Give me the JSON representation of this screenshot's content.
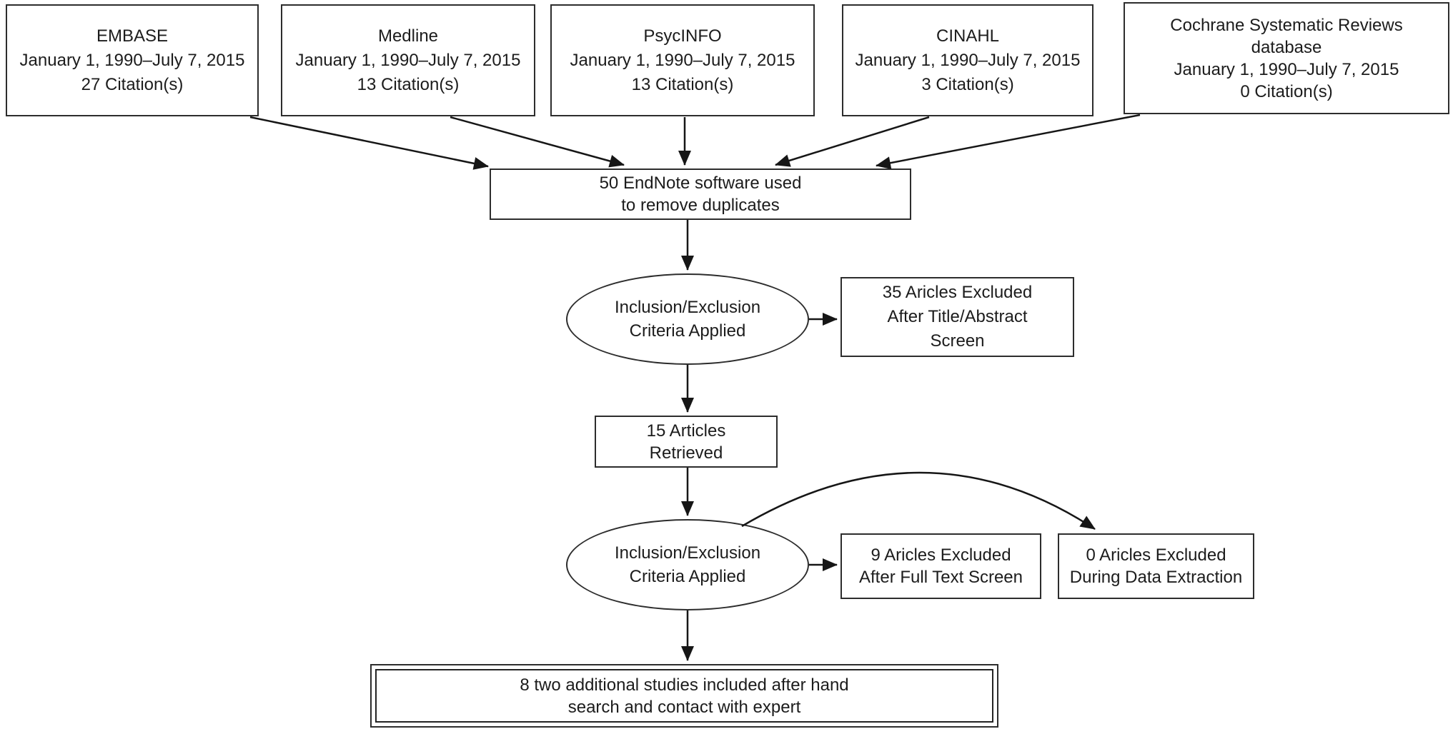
{
  "colors": {
    "background": "#ffffff",
    "ink": "#1c1c1c",
    "border": "#2d2d2d",
    "arrow": "#161616"
  },
  "sources": [
    {
      "id": "embase",
      "lines": [
        "EMBASE",
        "January 1, 1990–July 7, 2015",
        "27 Citation(s)"
      ]
    },
    {
      "id": "medline",
      "lines": [
        "Medline",
        "January 1, 1990–July 7, 2015",
        "13 Citation(s)"
      ]
    },
    {
      "id": "psycinfo",
      "lines": [
        "PsycINFO",
        "January 1, 1990–July 7, 2015",
        "13 Citation(s)"
      ]
    },
    {
      "id": "cinahl",
      "lines": [
        "CINAHL",
        "January 1, 1990–July 7, 2015",
        "3 Citation(s)"
      ]
    },
    {
      "id": "cochrane",
      "lines": [
        "Cochrane Systematic Reviews",
        "database",
        "January 1, 1990–July 7, 2015",
        "0 Citation(s)"
      ]
    }
  ],
  "flow": {
    "dedupe": [
      "50 EndNote software used",
      "to remove duplicates"
    ],
    "screen1": [
      "Inclusion/Exclusion",
      "Criteria Applied"
    ],
    "excluded_title_abstract": [
      "35 Aricles Excluded",
      "After Title/Abstract",
      "Screen"
    ],
    "retrieved": [
      "15 Articles",
      "Retrieved"
    ],
    "screen2": [
      "Inclusion/Exclusion",
      "Criteria Applied"
    ],
    "excluded_full_text": [
      "9 Aricles Excluded",
      "After Full Text Screen"
    ],
    "excluded_data_extraction": [
      "0 Aricles Excluded",
      "During Data Extraction"
    ],
    "included": [
      "8 two additional studies included after hand",
      "search and contact with expert"
    ]
  }
}
